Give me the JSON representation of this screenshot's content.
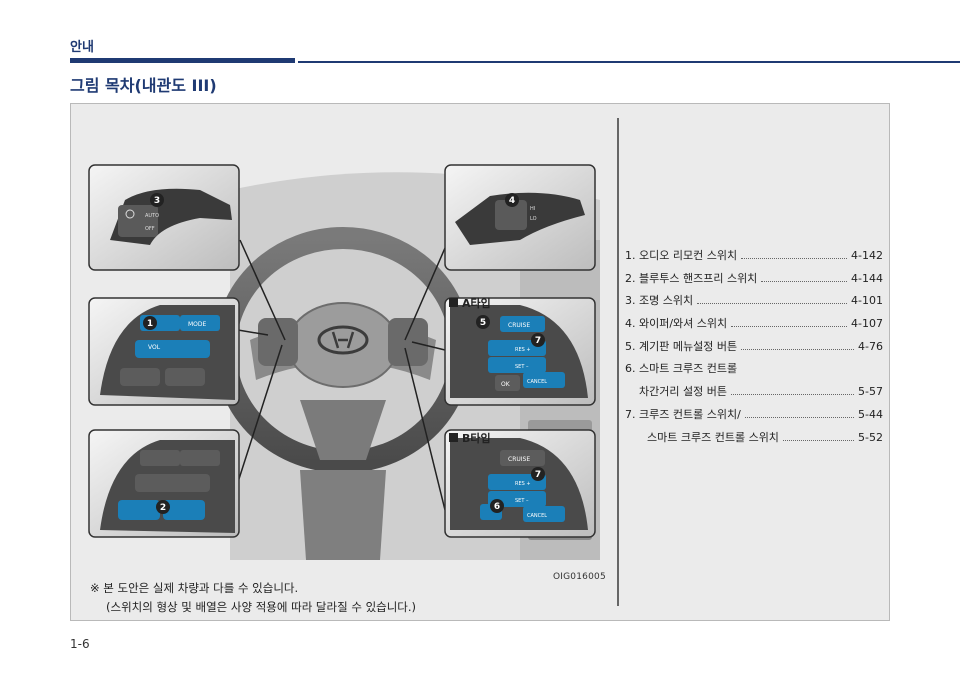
{
  "header": {
    "section": "안내"
  },
  "title": "그림 목차(내관도 III)",
  "labels": {
    "type_a": "A타입",
    "type_b": "B타입",
    "numbers": [
      "1",
      "2",
      "3",
      "4",
      "5",
      "6",
      "7"
    ],
    "button_mode": "MODE",
    "button_vol": "VOL",
    "button_cruise": "CRUISE",
    "button_res": "RES +",
    "button_set": "SET –",
    "button_ok": "OK",
    "button_cancel": "CANCEL"
  },
  "toc": [
    {
      "label": "1. 오디오 리모컨 스위치",
      "page": "4-142",
      "indent": 0
    },
    {
      "label": "2. 블루투스 핸즈프리 스위치",
      "page": "4-144",
      "indent": 0
    },
    {
      "label": "3. 조명 스위치",
      "page": "4-101",
      "indent": 0
    },
    {
      "label": "4. 와이퍼/와셔 스위치",
      "page": "4-107",
      "indent": 0
    },
    {
      "label": "5. 계기판 메뉴설정 버튼",
      "page": "4-76",
      "indent": 0
    },
    {
      "label": "6. 스마트 크루즈 컨트롤",
      "page": "",
      "indent": 0
    },
    {
      "label": "차간거리 설정 버튼",
      "page": "5-57",
      "indent": 1
    },
    {
      "label": "7. 크루즈 컨트롤 스위치/",
      "page": "5-44",
      "indent": 0
    },
    {
      "label": "스마트 크루즈 컨트롤 스위치",
      "page": "5-52",
      "indent": 2
    }
  ],
  "image_code": "OIG016005",
  "note": {
    "line1": "※  본 도안은 실제 차량과 다를 수 있습니다.",
    "line2": "(스위치의 형상 및 배열은 사양 적용에 따라 달라질 수 있습니다.)"
  },
  "page_number": "1-6",
  "colors": {
    "brand": "#1f3a73",
    "button_blue": "#1b7fb8",
    "frame_bg": "#ebebeb"
  }
}
